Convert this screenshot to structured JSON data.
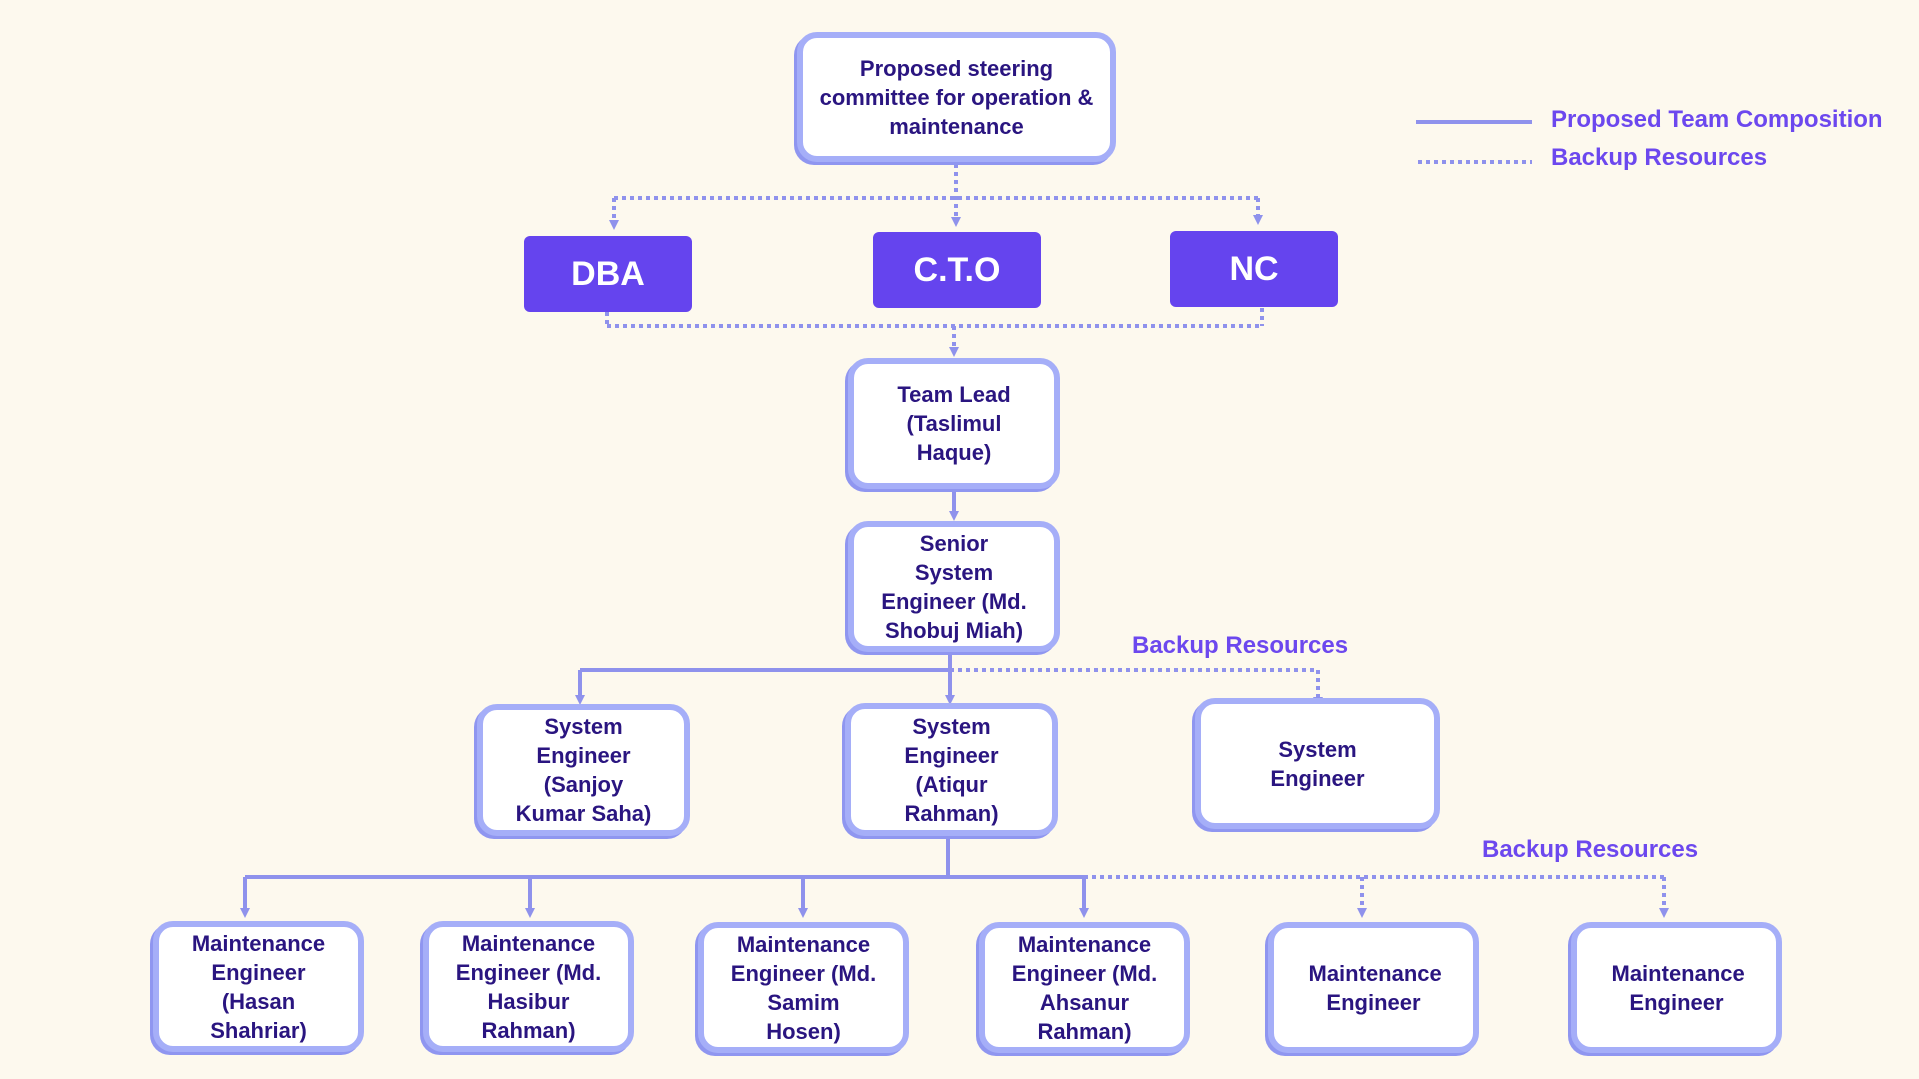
{
  "colors": {
    "background": "#fdf9ee",
    "box_border": "#a5aef8",
    "box_text": "#2a1580",
    "role_fill": "#6544ee",
    "connector": "#8f92ec",
    "label": "#6c48ee"
  },
  "legend": {
    "solid_label": "Proposed Team Composition",
    "dotted_label": "Backup Resources"
  },
  "steering": {
    "label": "Proposed steering committee for operation & maintenance"
  },
  "roles": {
    "dba": "DBA",
    "cto": "C.T.O",
    "nc": "NC"
  },
  "team_lead": {
    "label": "Team Lead (Taslimul Haque)"
  },
  "senior_system_engineer": {
    "label": "Senior System Engineer (Md. Shobuj Miah)"
  },
  "backup_label_system": "Backup Resources",
  "system_engineers": [
    {
      "label": "System Engineer (Sanjoy Kumar Saha)"
    },
    {
      "label": "System Engineer (Atiqur Rahman)"
    },
    {
      "label": "System Engineer"
    }
  ],
  "backup_label_maintenance": "Backup Resources",
  "maintenance_engineers": [
    {
      "label": "Maintenance Engineer (Hasan Shahriar)"
    },
    {
      "label": "Maintenance Engineer (Md. Hasibur Rahman)"
    },
    {
      "label": "Maintenance Engineer (Md. Samim Hosen)"
    },
    {
      "label": "Maintenance Engineer (Md. Ahsanur Rahman)"
    },
    {
      "label": "Maintenance Engineer"
    },
    {
      "label": "Maintenance Engineer"
    }
  ]
}
